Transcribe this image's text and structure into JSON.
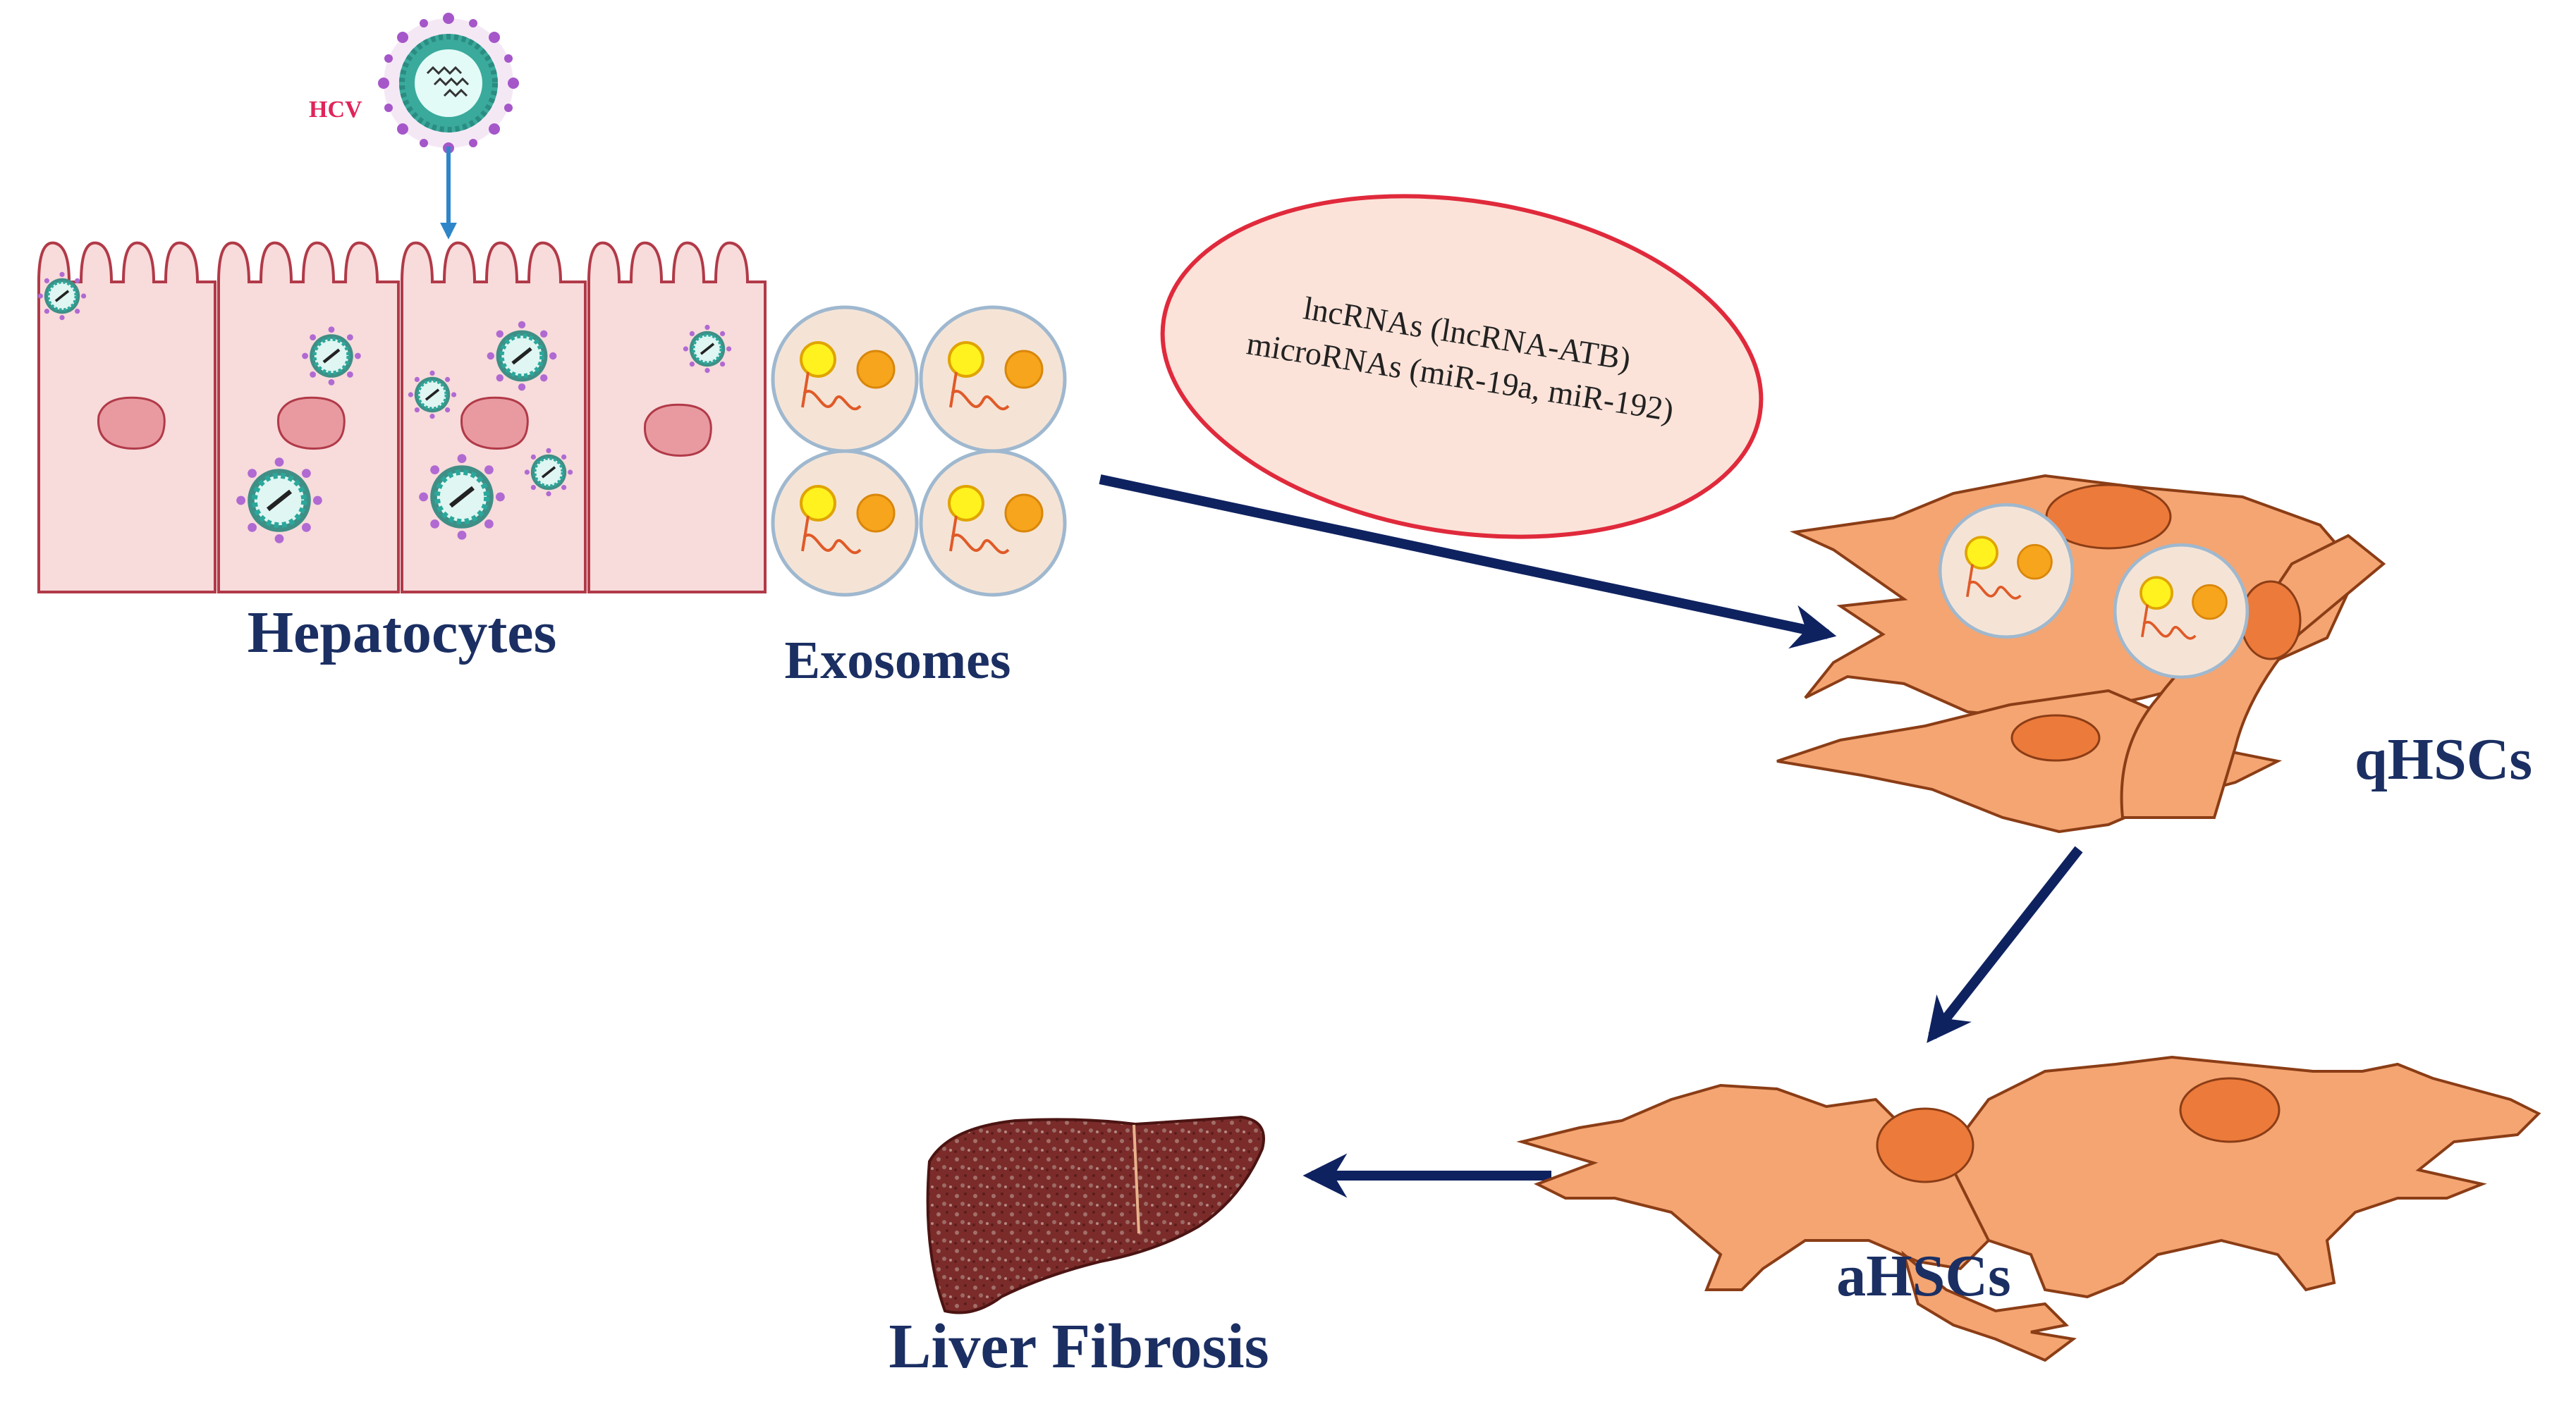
{
  "labels": {
    "hcv": "HCV",
    "hepatocytes": "Hepatocytes",
    "exosomes": "Exosomes",
    "qhscs": "qHSCs",
    "ahscs": "aHSCs",
    "liver_fibrosis": "Liver Fibrosis"
  },
  "cargo": {
    "line1": "lncRNAs (lncRNA-ATB)",
    "line2": "microRNAs (miR-19a,  miR-192)"
  },
  "colors": {
    "label_navy": "#1b2f63",
    "arrow_navy": "#0f2260",
    "hcv_red": "#e0245a",
    "cell_fill": "#f8dbdb",
    "cell_stroke": "#b13a48",
    "nucleus": "#e99aa1",
    "exosome_fill": "#f5e4d6",
    "stellate_fill": "#f4a572",
    "stellate_stroke": "#8b3d16",
    "stellate_nucleus": "#ec7a3a",
    "liver": "#7a2d2a",
    "ellipse_fill": "#fbe3d9",
    "ellipse_stroke": "#e02a3c"
  }
}
